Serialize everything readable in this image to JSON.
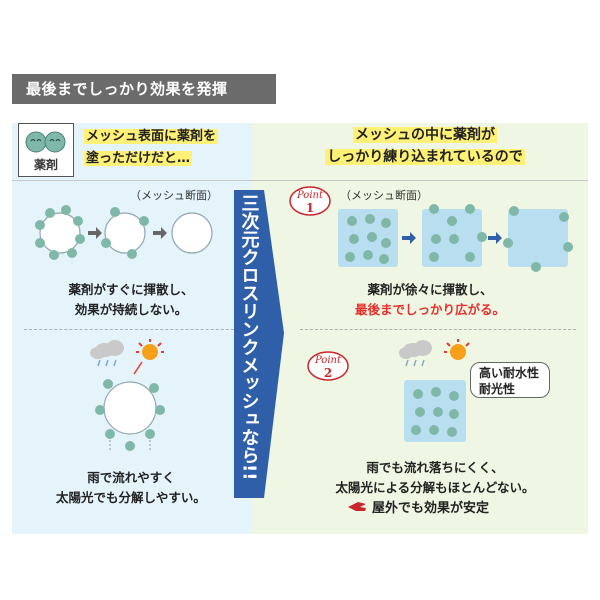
{
  "banner": "最後までしっかり効果を発揮",
  "chem_label": "薬剤",
  "left": {
    "heading_line1": "メッシュ表面に薬剤を",
    "heading_line2": "塗っただけだと…",
    "section_label": "（メッシュ断面）",
    "text1_line1": "薬剤がすぐに揮散し、",
    "text1_line2": "効果が持続しない。",
    "text2_line1": "雨で流れやすく",
    "text2_line2": "太陽光でも分解しやすい。"
  },
  "center_band": "三次元クロスリンクメッシュなら!!",
  "right": {
    "heading_line1": "メッシュの中に薬剤が",
    "heading_line2": "しっかり練り込まれているので",
    "section_label": "（メッシュ断面）",
    "point_word": "Point",
    "point1_num": "1",
    "point2_num": "2",
    "text1_line1": "薬剤が徐々に揮散し、",
    "text1_line2": "最後までしっかり広がる。",
    "callout_line1": "高い耐水性",
    "callout_line2": "耐光性",
    "text2_line1": "雨でも流れ落ちにくく、",
    "text2_line2": "太陽光による分解もほとんどない。",
    "stable_text": "屋外でも効果が安定"
  },
  "colors": {
    "left_bg": "#e5f3fb",
    "right_bg": "#eff6e3",
    "band": "#2f5fa8",
    "point_red": "#c8262a",
    "highlight": "#fff176",
    "mesh": "#b9def0",
    "dot": "#7fb8a8"
  }
}
